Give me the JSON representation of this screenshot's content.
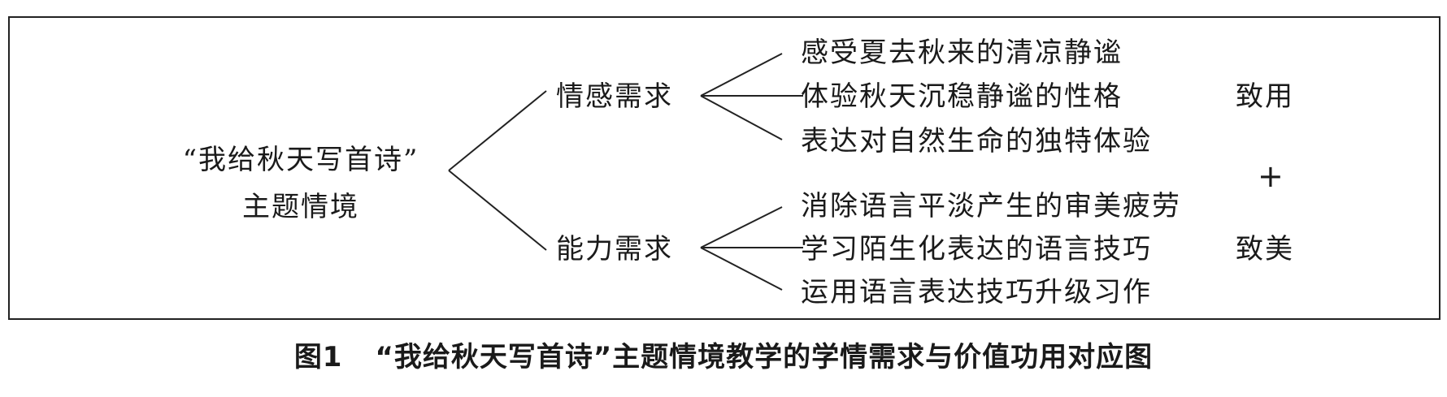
{
  "diagram": {
    "root": {
      "line1": "“我给秋天写首诗”",
      "line2": "主题情境"
    },
    "branches": [
      {
        "label": "情感需求",
        "items": [
          "感受夏去秋来的清凉静谧",
          "体验秋天沉稳静谧的性格",
          "表达对自然生命的独特体验"
        ]
      },
      {
        "label": "能力需求",
        "items": [
          "消除语言平淡产生的审美疲劳",
          "学习陌生化表达的语言技巧",
          "运用语言表达技巧升级习作"
        ]
      }
    ],
    "values": {
      "top": "致用",
      "plus": "+",
      "bottom": "致美"
    }
  },
  "caption": {
    "number": "图1",
    "text": "“我给秋天写首诗”主题情境教学的学情需求与价值功用对应图"
  }
}
